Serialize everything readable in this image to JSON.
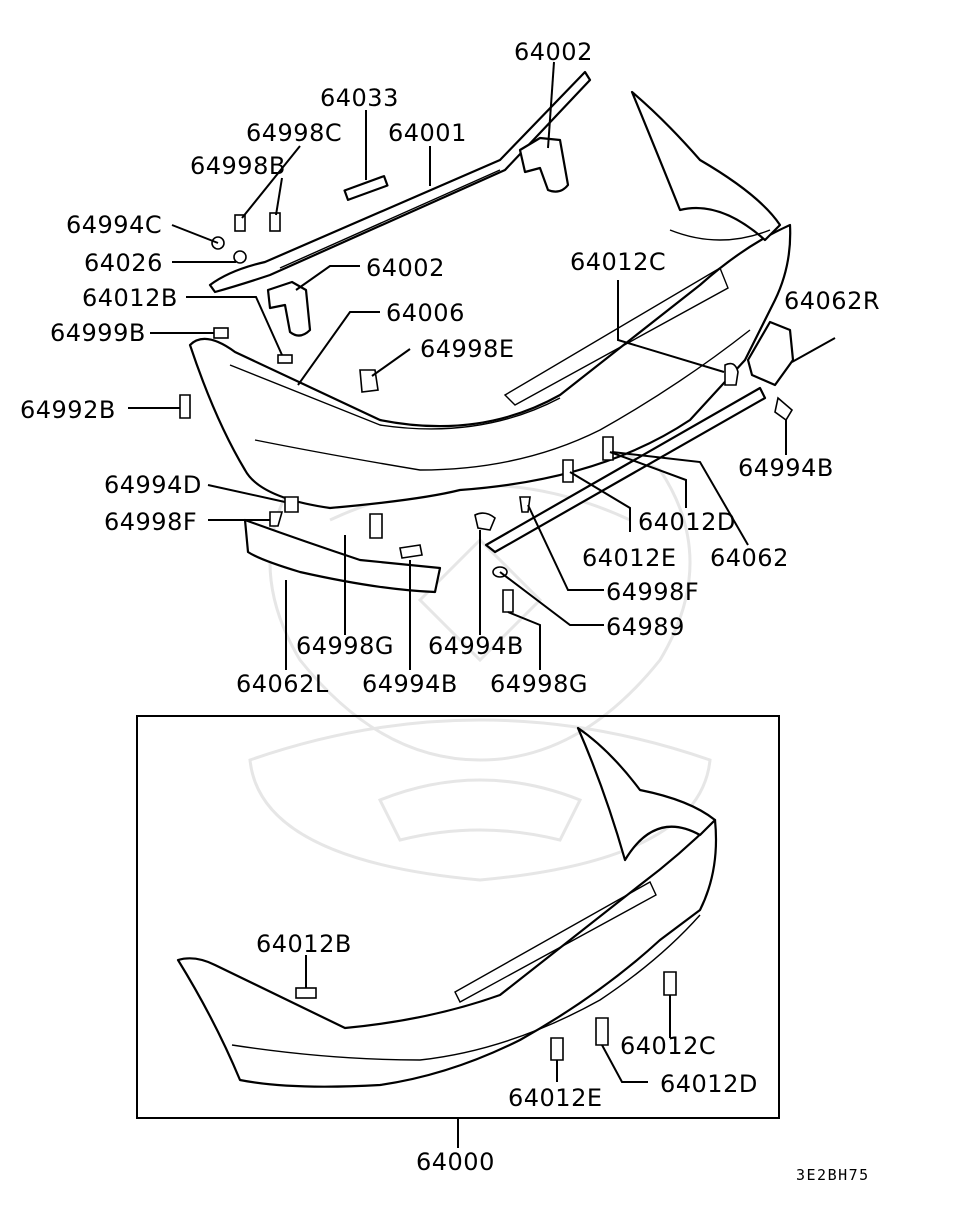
{
  "diagram_code": "3E2BH75",
  "callouts": {
    "c64002_top": "64002",
    "c64033": "64033",
    "c64998C": "64998C",
    "c64001": "64001",
    "c64998B": "64998B",
    "c64994C": "64994C",
    "c64026": "64026",
    "c64002_mid": "64002",
    "c64012C_top": "64012C",
    "c64012B_top": "64012B",
    "c64006": "64006",
    "c64062R": "64062R",
    "c64999B": "64999B",
    "c64998E": "64998E",
    "c64992B": "64992B",
    "c64994B_right": "64994B",
    "c64994D": "64994D",
    "c64998F_left": "64998F",
    "c64012D_top": "64012D",
    "c64012E_top": "64012E",
    "c64062": "64062",
    "c64998F_right": "64998F",
    "c64989": "64989",
    "c64998G_left": "64998G",
    "c64994B_mid": "64994B",
    "c64062L": "64062L",
    "c64994B_low": "64994B",
    "c64998G_right": "64998G",
    "c64012B_box": "64012B",
    "c64012C_box": "64012C",
    "c64012D_box": "64012D",
    "c64012E_box": "64012E",
    "c64000": "64000"
  }
}
